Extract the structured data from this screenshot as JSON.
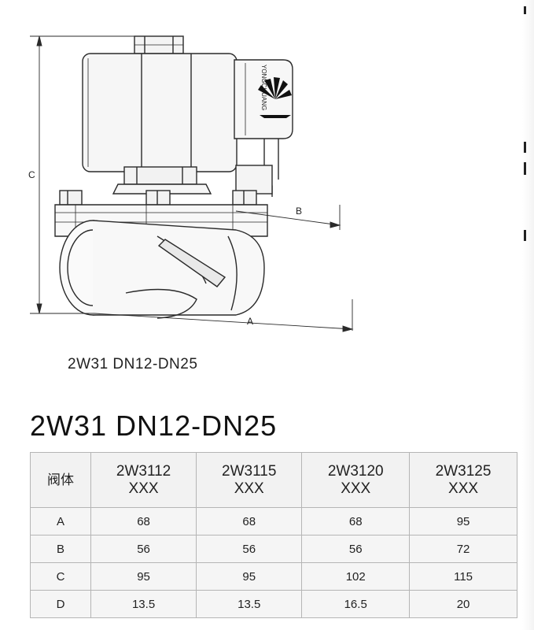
{
  "drawing": {
    "coil_brand": "YONGCHUANG",
    "dimension_labels": {
      "a": "A",
      "b": "B",
      "c": "C"
    }
  },
  "figure_caption": "2W31 DN12-DN25",
  "section_title": "2W31 DN12-DN25",
  "spec_table": {
    "corner_label": "阀体",
    "models": [
      {
        "line1": "2W3112",
        "line2": "XXX"
      },
      {
        "line1": "2W3115",
        "line2": "XXX"
      },
      {
        "line1": "2W3120",
        "line2": "XXX"
      },
      {
        "line1": "2W3125",
        "line2": "XXX"
      }
    ],
    "rows": [
      {
        "label": "A",
        "values": [
          "68",
          "68",
          "68",
          "95"
        ]
      },
      {
        "label": "B",
        "values": [
          "56",
          "56",
          "56",
          "72"
        ]
      },
      {
        "label": "C",
        "values": [
          "95",
          "95",
          "102",
          "115"
        ]
      },
      {
        "label": "D",
        "values": [
          "13.5",
          "13.5",
          "16.5",
          "20"
        ]
      }
    ]
  }
}
